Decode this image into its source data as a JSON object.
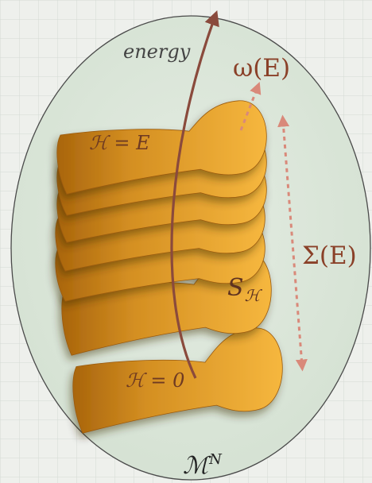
{
  "labels": {
    "energy": "energy",
    "omega": "ω(E)",
    "sigma": "Σ(E)",
    "h_equals_e": "ℋ = E",
    "h_equals_0": "ℋ = 0",
    "s_h_main": "S",
    "s_h_sub": "ℋ",
    "manifold_main": "ℳ",
    "manifold_sup": "N"
  },
  "colors": {
    "background": "#eef0ec",
    "grid": "#d6dcd6",
    "ellipse_fill": "#dde8db",
    "ellipse_stroke": "#4a4a4a",
    "slice_light": "#f2b23c",
    "slice_dark": "#b56f0f",
    "energy_arrow": "#8a4a3c",
    "dashed_arrow": "#d9897a",
    "text_brown": "#6e3a22"
  }
}
